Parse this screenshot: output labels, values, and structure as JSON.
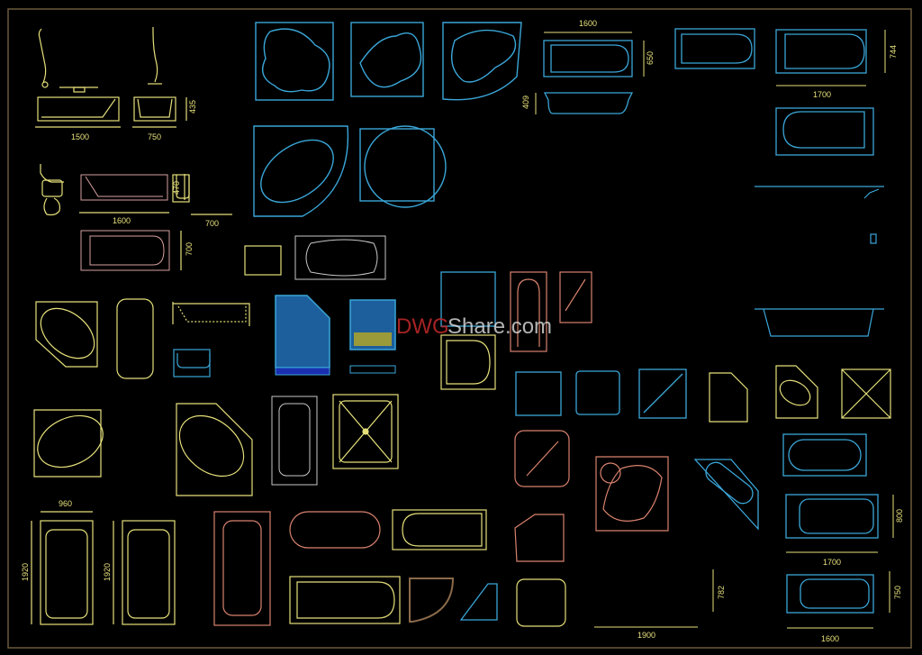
{
  "sheet": {
    "title": "Bathtub CAD blocks",
    "background": "#000000",
    "frame_color": "#6b5a3a"
  },
  "colors": {
    "yellow": "#e6e07a",
    "cyan": "#3aa6d8",
    "pink": "#d9826e",
    "white": "#c8c8c8",
    "brown": "#8a6a4a",
    "tile_blue": "#2f8fd6",
    "tile_yellow": "#c8c84a"
  },
  "watermark": {
    "part1": "DWG",
    "part2": "Share.com",
    "color1": "#c42a2a",
    "color2": "#e0e0e0"
  },
  "dimensions": {
    "d1500": "1500",
    "d750": "750",
    "d435": "435",
    "d1600a": "1600",
    "d470": "470",
    "d700a": "700",
    "d700b": "700",
    "d1600top": "1600",
    "d650": "650",
    "d409": "409",
    "d744": "744",
    "d1700top": "1700",
    "d960": "960",
    "d1920a": "1920",
    "d1920b": "1920",
    "d1900": "1900",
    "d782": "782",
    "d800": "800",
    "d1700bot": "1700",
    "d750b": "750",
    "d1600bot": "1600"
  },
  "blocks": [
    {
      "id": "freestanding-tub-side",
      "color": "yellow"
    },
    {
      "id": "freestanding-tub-end",
      "color": "yellow"
    },
    {
      "id": "clawfoot-tub",
      "color": "yellow"
    },
    {
      "id": "corner-tub-heart",
      "color": "cyan"
    },
    {
      "id": "corner-tub-offset",
      "color": "cyan"
    },
    {
      "id": "corner-tub-kidney",
      "color": "cyan"
    },
    {
      "id": "corner-tub-oval",
      "color": "cyan"
    },
    {
      "id": "corner-tub-round",
      "color": "cyan"
    },
    {
      "id": "rect-tub-1600",
      "color": "cyan"
    },
    {
      "id": "rect-tub-1700",
      "color": "cyan"
    },
    {
      "id": "shower-tray-tiled",
      "color": "tile_blue"
    },
    {
      "id": "jacuzzi",
      "color": "pink"
    },
    {
      "id": "rect-tub-1920",
      "color": "yellow"
    }
  ]
}
